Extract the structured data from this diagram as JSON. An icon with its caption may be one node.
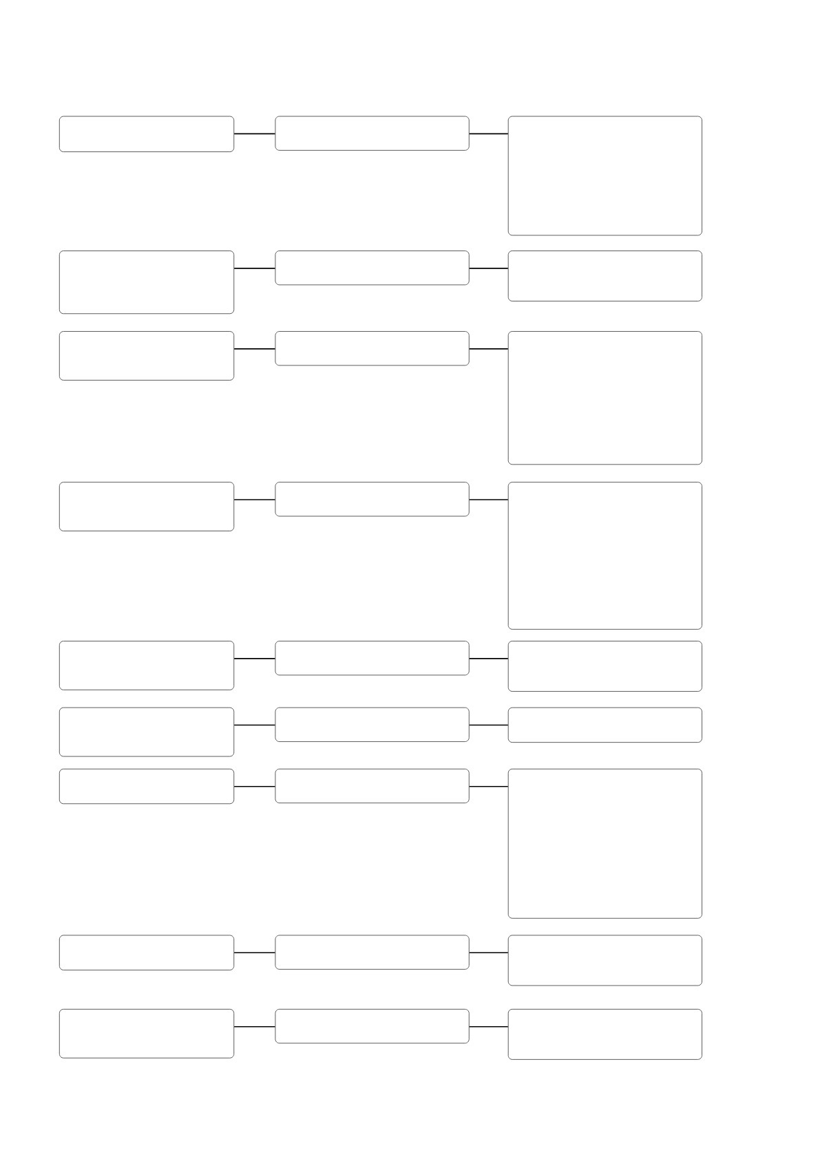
{
  "diagram": {
    "nodes": [
      {
        "text": [],
        "shape": "box"
      },
      {
        "text": [],
        "shape": "box"
      },
      {
        "text": [],
        "shape": "box"
      },
      {
        "text": [],
        "shape": "box"
      },
      {
        "text": [],
        "shape": "box"
      },
      {
        "text": [],
        "shape": "box"
      },
      {
        "text": [],
        "shape": "box"
      },
      {
        "text": [],
        "shape": "box"
      },
      {
        "text": [],
        "shape": "box"
      },
      {
        "text": [],
        "shape": "box"
      },
      {
        "text": [],
        "shape": "box"
      },
      {
        "text": [],
        "shape": "box"
      },
      {
        "text": [],
        "shape": "box"
      },
      {
        "text": [],
        "shape": "box"
      },
      {
        "text": [],
        "shape": "box"
      },
      {
        "text": [],
        "shape": "box"
      },
      {
        "text": [],
        "shape": "box"
      },
      {
        "text": [],
        "shape": "box"
      },
      {
        "text": [],
        "shape": "box"
      },
      {
        "text": [],
        "shape": "box"
      },
      {
        "text": [],
        "shape": "box"
      },
      {
        "text": [],
        "shape": "box"
      },
      {
        "text": [],
        "shape": "box"
      },
      {
        "text": [],
        "shape": "box"
      },
      {
        "text": [],
        "shape": "box"
      },
      {
        "text": [],
        "shape": "box"
      },
      {
        "text": [],
        "shape": "box"
      }
    ],
    "edges": [
      {
        "from": 0,
        "to": 1,
        "arrow": "none"
      },
      {
        "from": 1,
        "to": 2,
        "arrow": "none"
      },
      {
        "from": 3,
        "to": 4,
        "arrow": "none"
      },
      {
        "from": 4,
        "to": 5,
        "arrow": "none"
      },
      {
        "from": 6,
        "to": 7,
        "arrow": "none"
      },
      {
        "from": 7,
        "to": 8,
        "arrow": "none"
      },
      {
        "from": 9,
        "to": 10,
        "arrow": "none"
      },
      {
        "from": 10,
        "to": 11,
        "arrow": "none"
      },
      {
        "from": 12,
        "to": 13,
        "arrow": "none"
      },
      {
        "from": 13,
        "to": 14,
        "arrow": "none"
      },
      {
        "from": 15,
        "to": 16,
        "arrow": "none"
      },
      {
        "from": 16,
        "to": 17,
        "arrow": "none"
      },
      {
        "from": 18,
        "to": 19,
        "arrow": "none"
      },
      {
        "from": 19,
        "to": 20,
        "arrow": "none"
      },
      {
        "from": 21,
        "to": 22,
        "arrow": "none"
      },
      {
        "from": 22,
        "to": 23,
        "arrow": "none"
      },
      {
        "from": 24,
        "to": 25,
        "arrow": "none"
      },
      {
        "from": 25,
        "to": 26,
        "arrow": "none"
      }
    ]
  }
}
